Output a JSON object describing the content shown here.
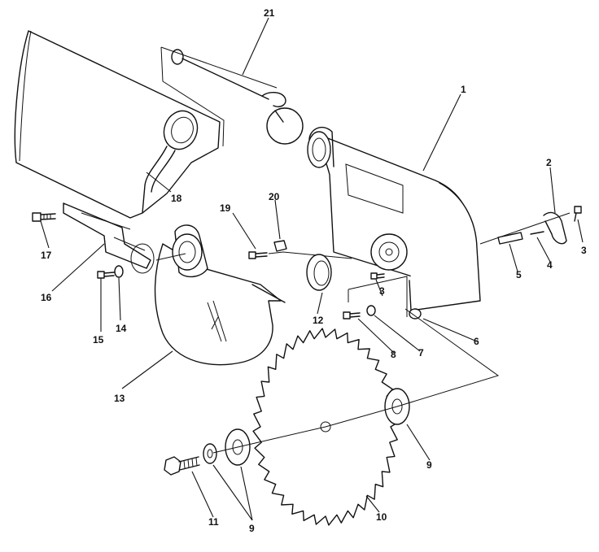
{
  "callouts": {
    "c1": "1",
    "c2": "2",
    "c3a": "3",
    "c3b": "3",
    "c4": "4",
    "c5": "5",
    "c6": "6",
    "c7": "7",
    "c8": "8",
    "c9a": "9",
    "c9b": "9",
    "c10": "10",
    "c11": "11",
    "c12": "12",
    "c13": "13",
    "c14": "14",
    "c15": "15",
    "c16": "16",
    "c17": "17",
    "c18": "18",
    "c19": "19",
    "c20": "20",
    "c21": "21"
  }
}
